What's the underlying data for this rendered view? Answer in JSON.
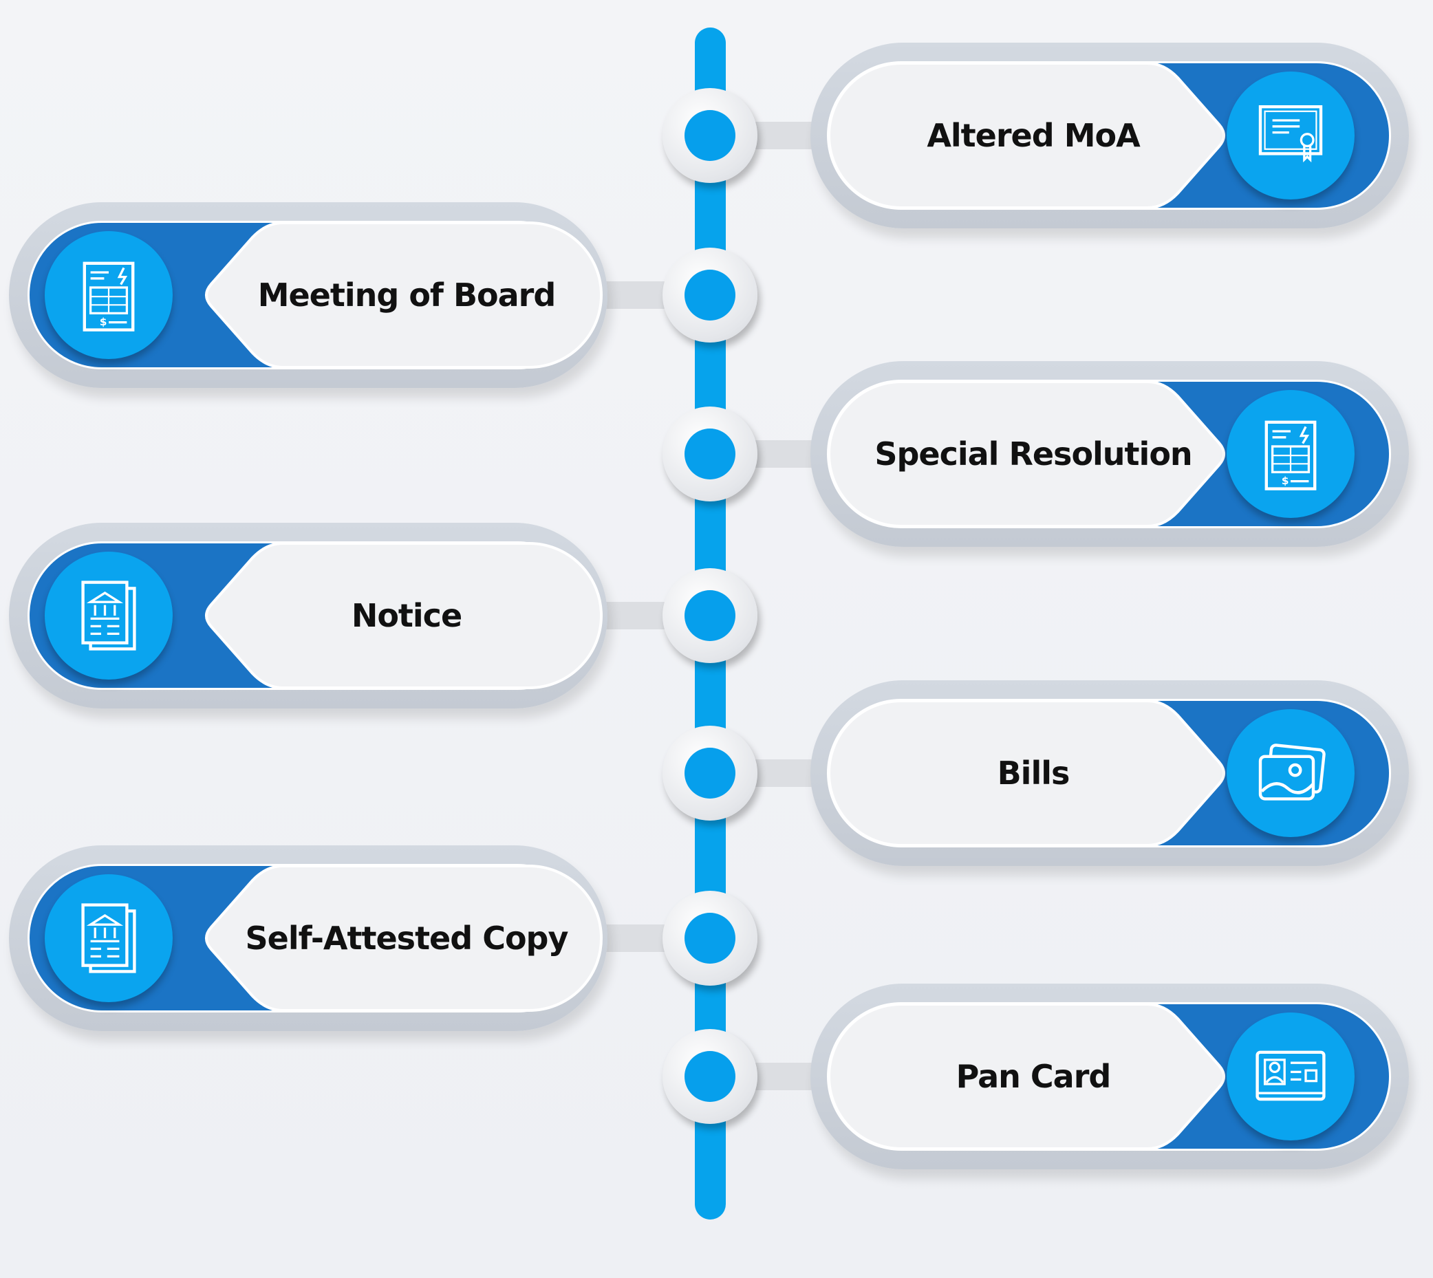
{
  "colors": {
    "timeline": "#06a3ec",
    "card_blue": "#1b74c5",
    "icon_circle": "#0aa4ef"
  },
  "items": [
    {
      "label": "Altered MoA",
      "side": "right",
      "icon": "certificate-icon"
    },
    {
      "label": "Meeting of Board",
      "side": "left",
      "icon": "invoice-icon"
    },
    {
      "label": "Special Resolution",
      "side": "right",
      "icon": "invoice-icon"
    },
    {
      "label": "Notice",
      "side": "left",
      "icon": "bank-document-icon"
    },
    {
      "label": "Bills",
      "side": "right",
      "icon": "image-icon"
    },
    {
      "label": "Self-Attested Copy",
      "side": "left",
      "icon": "bank-document-icon"
    },
    {
      "label": "Pan Card",
      "side": "right",
      "icon": "id-card-icon"
    }
  ]
}
